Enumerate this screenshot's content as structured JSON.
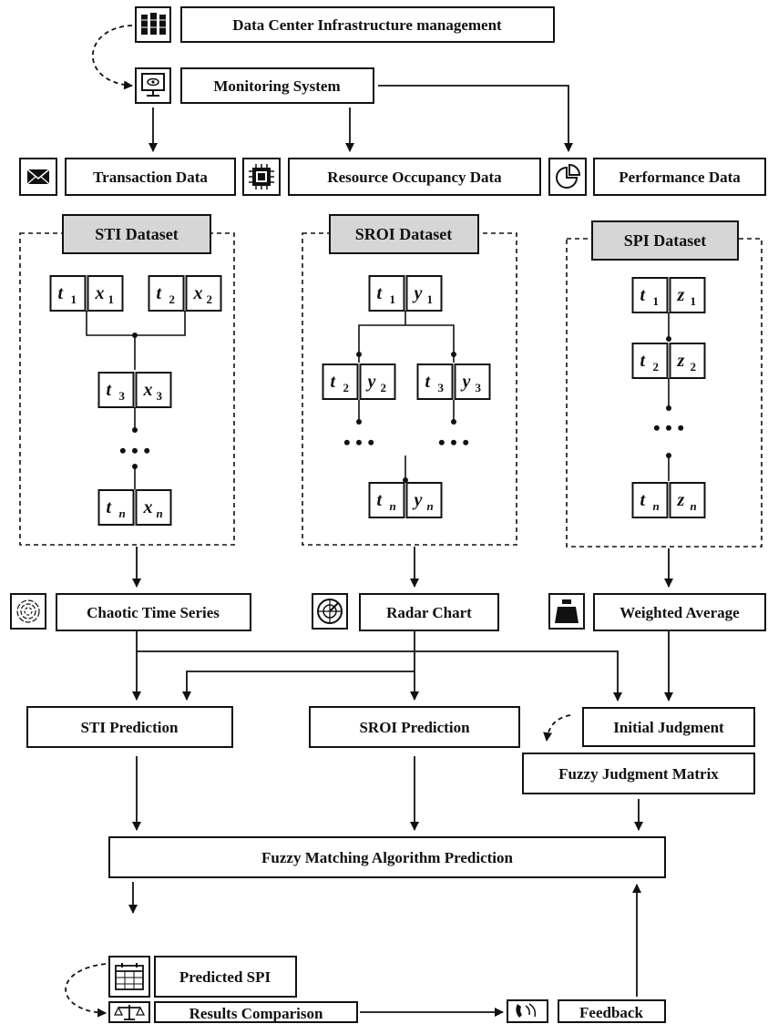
{
  "nodes": {
    "dcim": "Data Center Infrastructure management",
    "monitoring": "Monitoring System",
    "transaction": "Transaction Data",
    "resource": "Resource Occupancy Data",
    "performance": "Performance Data",
    "sti_dataset": "STI Dataset",
    "sroi_dataset": "SROI Dataset",
    "spi_dataset": "SPI Dataset",
    "chaotic": "Chaotic Time Series",
    "radar": "Radar Chart",
    "weighted": "Weighted Average",
    "sti_prediction": "STI Prediction",
    "sroi_prediction": "SROI Prediction",
    "initial_judgment": "Initial Judgment",
    "fuzzy_matrix": "Fuzzy Judgment Matrix",
    "fuzzy_matching": "Fuzzy Matching Algorithm Prediction",
    "predicted_spi": "Predicted SPI",
    "results_comparison": "Results Comparison",
    "feedback": "Feedback"
  },
  "datasets": {
    "sti": {
      "pairs": [
        {
          "t": "t",
          "t_sub": "1",
          "v": "x",
          "v_sub": "1"
        },
        {
          "t": "t",
          "t_sub": "2",
          "v": "x",
          "v_sub": "2"
        },
        {
          "t": "t",
          "t_sub": "3",
          "v": "x",
          "v_sub": "3"
        },
        {
          "t": "t",
          "t_sub": "n",
          "v": "x",
          "v_sub": "n"
        }
      ],
      "ellipsis": "• • •"
    },
    "sroi": {
      "pairs": [
        {
          "t": "t",
          "t_sub": "1",
          "v": "y",
          "v_sub": "1"
        },
        {
          "t": "t",
          "t_sub": "2",
          "v": "y",
          "v_sub": "2"
        },
        {
          "t": "t",
          "t_sub": "3",
          "v": "y",
          "v_sub": "3"
        },
        {
          "t": "t",
          "t_sub": "n",
          "v": "y",
          "v_sub": "n"
        }
      ],
      "ellipsis": "• • •"
    },
    "spi": {
      "pairs": [
        {
          "t": "t",
          "t_sub": "1",
          "v": "z",
          "v_sub": "1"
        },
        {
          "t": "t",
          "t_sub": "2",
          "v": "z",
          "v_sub": "2"
        },
        {
          "t": "t",
          "t_sub": "n",
          "v": "z",
          "v_sub": "n"
        }
      ],
      "ellipsis": "• • •"
    }
  },
  "icons": {
    "dcim": "server-rack-icon",
    "monitoring": "monitor-eye-icon",
    "transaction": "envelope-icon",
    "resource": "chip-icon",
    "performance": "pie-chart-icon",
    "chaotic": "spiral-icon",
    "radar": "radar-icon",
    "weighted": "weight-icon",
    "predicted_spi": "calendar-icon",
    "results_comparison": "balance-scale-icon",
    "feedback": "phone-icon"
  }
}
